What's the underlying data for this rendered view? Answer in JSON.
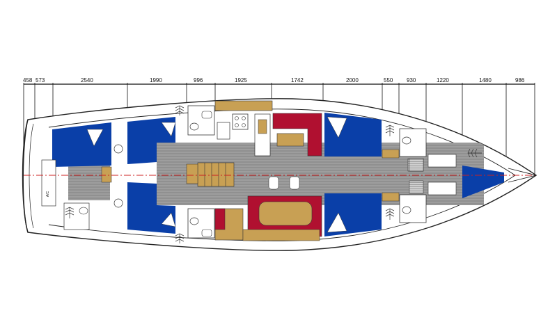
{
  "dimensions": [
    {
      "label": "458"
    },
    {
      "label": "573"
    },
    {
      "label": "2540"
    },
    {
      "label": "1990"
    },
    {
      "label": "996"
    },
    {
      "label": "1925"
    },
    {
      "label": "1742"
    },
    {
      "label": "2000"
    },
    {
      "label": "550"
    },
    {
      "label": "930"
    },
    {
      "label": "1220"
    },
    {
      "label": "1480"
    },
    {
      "label": "986"
    }
  ],
  "stern": {
    "ac_label": "A/C"
  },
  "colors": {
    "cabin_blue": "#0a3fa8",
    "wood": "#c8a054",
    "upholstery_red": "#b01030",
    "sole_grey": "#8c8c8c",
    "hull_line": "#222222",
    "centerline_red": "#cc2020"
  }
}
